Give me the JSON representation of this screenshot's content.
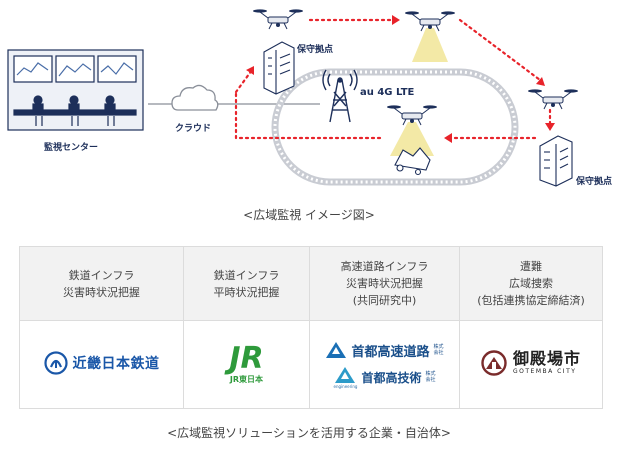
{
  "diagram": {
    "labels": {
      "monitor_center": "監視センター",
      "cloud": "クラウド",
      "network": "au 4G LTE",
      "base_top": "保守拠点",
      "base_right": "保守拠点"
    },
    "colors": {
      "navy": "#1d2f5a",
      "route_red": "#e8232a",
      "connector_gray": "#8a8f99",
      "beam_yellow": "#f3e9a6",
      "track_gray": "#c9ccd3"
    },
    "icons": [
      "monitor-center-icon",
      "cloud-icon",
      "lte-tower-icon",
      "drone-icon",
      "building-icon",
      "rail-track-icon",
      "landslide-icon"
    ]
  },
  "captions": {
    "top": "<広域監視 イメージ図>",
    "bottom": "<広域監視ソリューションを活用する企業・自治体>"
  },
  "table": {
    "headers": [
      {
        "lines": [
          "鉄道インフラ",
          "災害時状況把握"
        ]
      },
      {
        "lines": [
          "鉄道インフラ",
          "平時状況把握"
        ]
      },
      {
        "lines": [
          "高速道路インフラ",
          "災害時状況把握",
          "(共同研究中)"
        ]
      },
      {
        "lines": [
          "遭難",
          "広域捜索",
          "(包括連携協定締結済)"
        ]
      }
    ],
    "logos": {
      "kintetsu": {
        "name": "近畿日本鉄道",
        "color": "#1a57a8"
      },
      "jr_east": {
        "mark": "JR",
        "sub": "JR東日本",
        "color": "#2e9a3b"
      },
      "shutoko": {
        "name": "首都高速道路",
        "kabushiki": "株式会社",
        "color": "#1a6fb5"
      },
      "shutoko_tech": {
        "name": "首都高技術",
        "kabushiki": "株式会社",
        "sub": "engineering",
        "color": "#1a6fb5"
      },
      "gotemba": {
        "name": "御殿場市",
        "sub": "GOTEMBA CITY",
        "color": "#222222",
        "accent": "#7a2b2b"
      }
    }
  }
}
